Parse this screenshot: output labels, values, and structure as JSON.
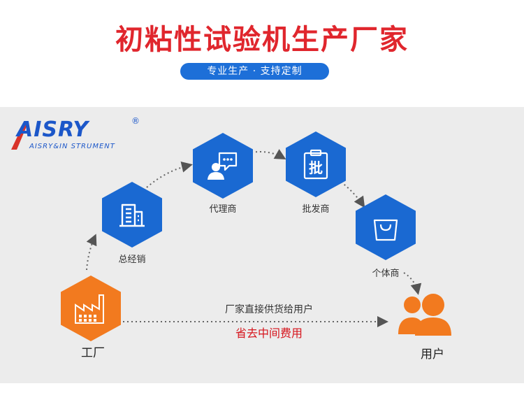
{
  "header": {
    "title": "初粘性试验机生产厂家",
    "pill_text": "专业生产 · 支持定制"
  },
  "logo": {
    "wordmark": "AISRY",
    "registered": "®",
    "subtitle": "AISRY&IN STRUMENT"
  },
  "flow": {
    "nodes": [
      {
        "label": "工厂",
        "icon": "factory-icon"
      },
      {
        "label": "总经销",
        "icon": "building-icon"
      },
      {
        "label": "代理商",
        "icon": "agent-chat-icon"
      },
      {
        "label": "批发商",
        "icon": "wholesale-clipboard-icon"
      },
      {
        "label": "个体商",
        "icon": "shopping-bag-icon"
      },
      {
        "label": "用户",
        "icon": "users-icon"
      }
    ],
    "direct_label": "厂家直接供货给用户",
    "save_label": "省去中间费用"
  },
  "colors": {
    "title_red": "#e0262d",
    "brand_blue": "#1a69d2",
    "factory_orange": "#f27a1f",
    "panel_gray": "#ececec"
  }
}
